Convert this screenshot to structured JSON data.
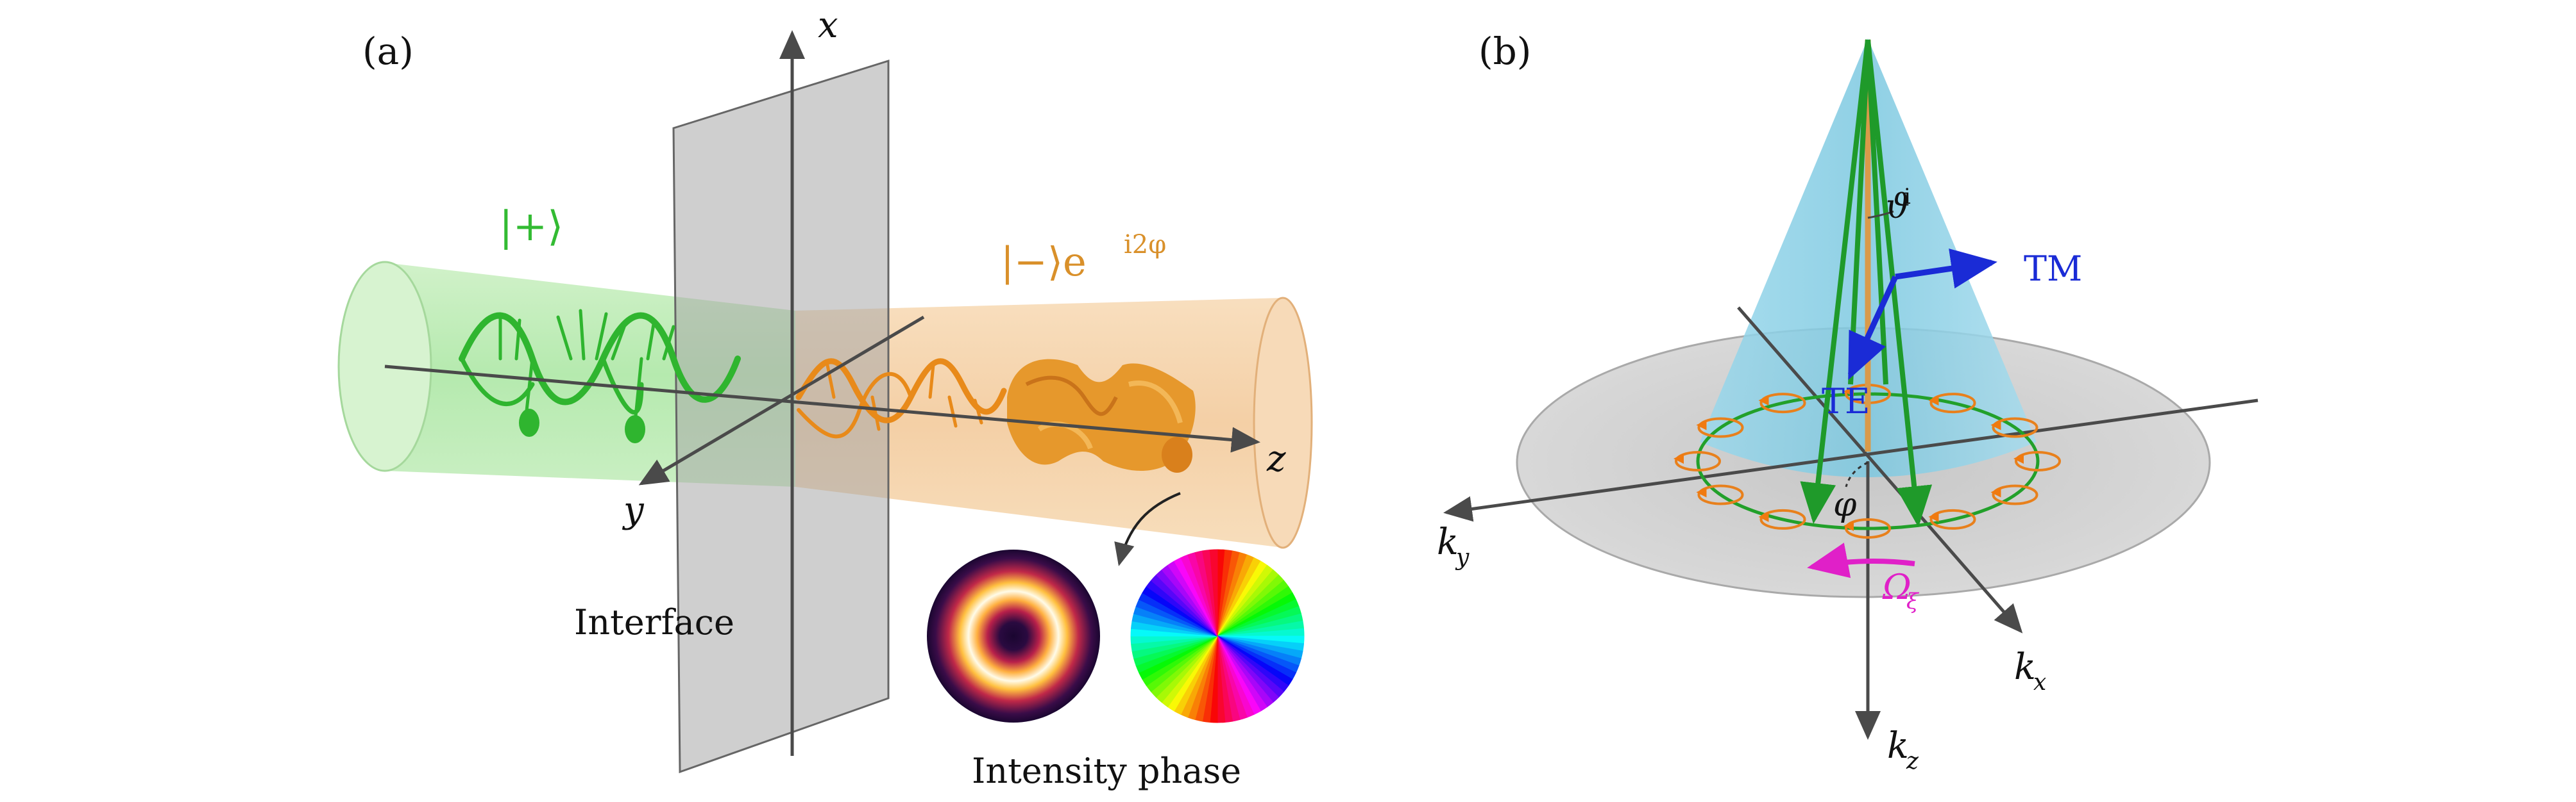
{
  "panel_a": {
    "label": "(a)",
    "axis_x": "x",
    "axis_y": "y",
    "axis_z": "z",
    "beam_in_label": "|+⟩",
    "beam_out_label": "|−⟩e",
    "beam_out_superscript": "i2φ",
    "interface_label": "Interface",
    "inset_label": "Intensity phase",
    "colors": {
      "beam_in": "#33bb33",
      "beam_out": "#d9902a",
      "interface": "#9a9a9a"
    }
  },
  "panel_b": {
    "label": "(b)",
    "angle_theta": "ϑ",
    "angle_theta_superscript": "i",
    "tm_label": "TM",
    "te_label": "TE",
    "phi_label": "φ",
    "omega_label": "Ω",
    "omega_subscript": "ξ",
    "axis_kx": "k",
    "axis_kx_sub": "x",
    "axis_ky": "k",
    "axis_ky_sub": "y",
    "axis_kz": "k",
    "axis_kz_sub": "z",
    "colors": {
      "cone": "#7fd0e6",
      "tm": "#1a2bd6",
      "omega": "#e020c8",
      "rays": "#1f9a2a",
      "ring": "#e8801c"
    }
  }
}
